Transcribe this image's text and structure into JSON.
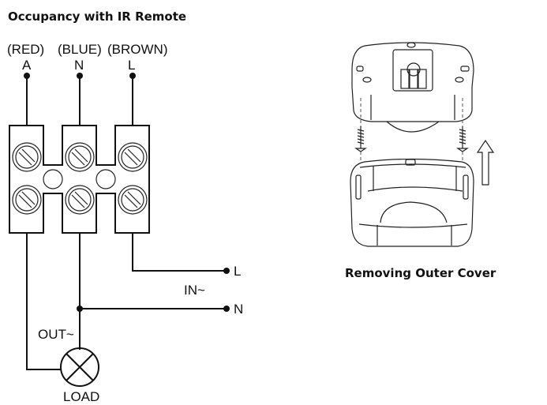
{
  "wiring_diagram": {
    "title": "Occupancy with IR Remote",
    "terminals": [
      {
        "color_label": "(RED)",
        "letter": "A"
      },
      {
        "color_label": "(BLUE)",
        "letter": "N"
      },
      {
        "color_label": "(BROWN)",
        "letter": "L"
      }
    ],
    "input_label": "IN~",
    "input_terminals": [
      "L",
      "N"
    ],
    "output_label": "OUT~",
    "load_label": "LOAD"
  },
  "cover_illustration": {
    "caption": "Removing Outer Cover",
    "arrow_direction": "up"
  }
}
